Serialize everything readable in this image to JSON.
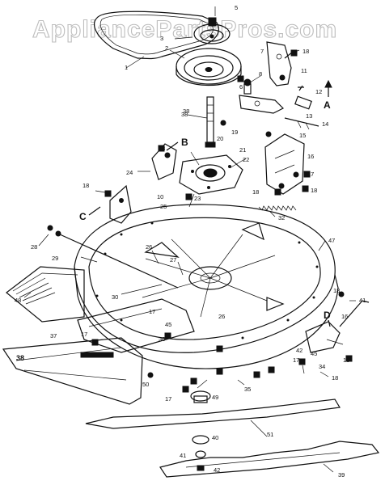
{
  "watermark": "AppliancePartsPros.com",
  "view_labels": {
    "a": "A",
    "b": "B",
    "c": "C",
    "d": "D"
  },
  "decal_text": "38",
  "parts": [
    {
      "label": "1"
    },
    {
      "label": "2"
    },
    {
      "label": "3"
    },
    {
      "label": "5"
    },
    {
      "label": "6"
    },
    {
      "label": "7"
    },
    {
      "label": "8"
    },
    {
      "label": "10"
    },
    {
      "label": "11"
    },
    {
      "label": "12"
    },
    {
      "label": "13"
    },
    {
      "label": "14"
    },
    {
      "label": "15"
    },
    {
      "label": "16"
    },
    {
      "label": "16"
    },
    {
      "label": "17"
    },
    {
      "label": "18"
    },
    {
      "label": "18"
    },
    {
      "label": "18"
    },
    {
      "label": "18"
    },
    {
      "label": "19"
    },
    {
      "label": "20"
    },
    {
      "label": "21"
    },
    {
      "label": "22"
    },
    {
      "label": "23"
    },
    {
      "label": "24"
    },
    {
      "label": "25"
    },
    {
      "label": "26"
    },
    {
      "label": "26"
    },
    {
      "label": "27"
    },
    {
      "label": "28"
    },
    {
      "label": "28"
    },
    {
      "label": "29"
    },
    {
      "label": "30"
    },
    {
      "label": "32"
    },
    {
      "label": "34"
    },
    {
      "label": "35"
    },
    {
      "label": "36"
    },
    {
      "label": "37"
    },
    {
      "label": "38"
    },
    {
      "label": "39"
    },
    {
      "label": "40"
    },
    {
      "label": "41"
    },
    {
      "label": "42"
    },
    {
      "label": "43"
    },
    {
      "label": "44"
    },
    {
      "label": "45"
    },
    {
      "label": "45"
    },
    {
      "label": "47"
    },
    {
      "label": "48"
    },
    {
      "label": "49"
    },
    {
      "label": "50"
    },
    {
      "label": "51"
    },
    {
      "label": "17"
    },
    {
      "label": "17"
    },
    {
      "label": "17"
    },
    {
      "label": "17"
    },
    {
      "label": "18"
    },
    {
      "label": "18"
    },
    {
      "label": "10"
    }
  ]
}
